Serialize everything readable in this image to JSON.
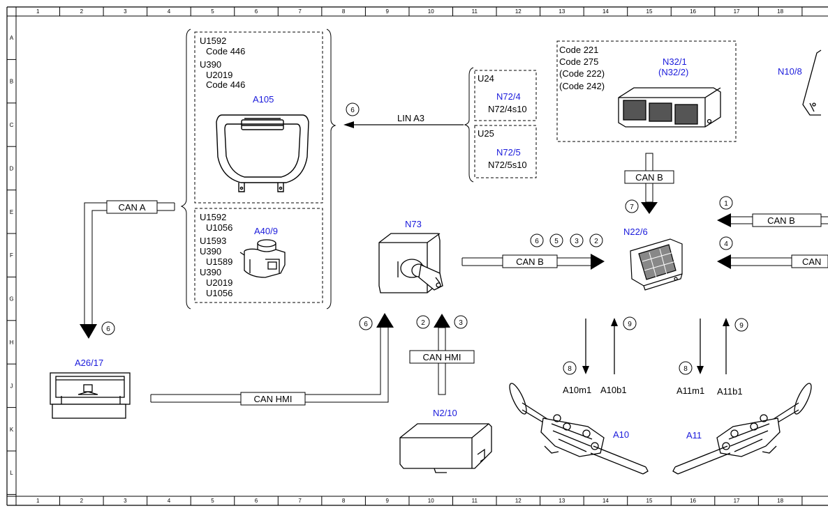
{
  "frame": {
    "columns": [
      "1",
      "2",
      "3",
      "4",
      "5",
      "6",
      "7",
      "8",
      "9",
      "10",
      "11",
      "12",
      "13",
      "14",
      "15",
      "16",
      "17",
      "18"
    ],
    "rows": [
      "A",
      "B",
      "C",
      "D",
      "E",
      "F",
      "G",
      "H",
      "J",
      "K",
      "L"
    ]
  },
  "groups": {
    "a105": {
      "codes": [
        "U1592",
        "Code 446",
        "U390",
        "U2019",
        "Code 446"
      ],
      "label": "A105"
    },
    "a40": {
      "codes": [
        "U1592",
        "U1056",
        "U1593",
        "U390",
        "U1589",
        "U390",
        "U2019",
        "U1056"
      ],
      "label": "A40/9"
    },
    "n72_4": {
      "code": "U24",
      "label": "N72/4",
      "switch": "N72/4s10"
    },
    "n72_5": {
      "code": "U25",
      "label": "N72/5",
      "switch": "N72/5s10"
    },
    "n32": {
      "codes": [
        "Code 221",
        "Code 275",
        "(Code 222)",
        "(Code 242)"
      ],
      "label1": "N32/1",
      "label2": "(N32/2)"
    }
  },
  "components": {
    "n10_8": "N10/8",
    "n73": "N73",
    "n22_6": "N22/6",
    "a26_17": "A26/17",
    "n2_10": "N2/10",
    "a10": "A10",
    "a11": "A11",
    "a10m1": "A10m1",
    "a10b1": "A10b1",
    "a11m1": "A11m1",
    "a11b1": "A11b1"
  },
  "buses": {
    "lin_a3": "LIN A3",
    "can_a": "CAN A",
    "can_b_top": "CAN B",
    "can_b_n73": "CAN B",
    "can_b_right1": "CAN B",
    "can_b_right2": "CAN",
    "can_hmi_a26": "CAN HMI",
    "can_hmi_n2": "CAN HMI"
  },
  "callouts": {
    "lin": "6",
    "can_a_down": "6",
    "n73_up": "6",
    "n2_left": "2",
    "n2_right": "3",
    "n73_b6": "6",
    "n73_b5": "5",
    "n73_b3": "3",
    "n73_b2": "2",
    "n32_down": "7",
    "right1": "1",
    "right2": "4",
    "a10_8": "8",
    "a10_9": "9",
    "a11_8": "8",
    "a11_9": "9"
  }
}
